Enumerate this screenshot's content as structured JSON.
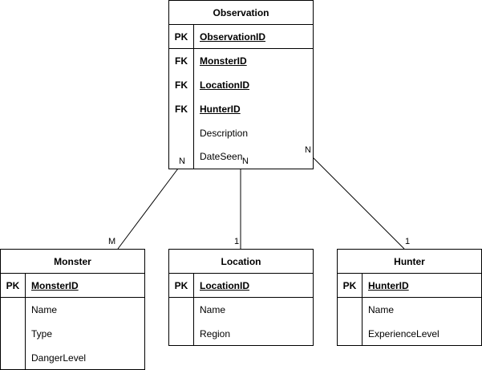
{
  "entities": {
    "observation": {
      "title": "Observation",
      "pk": {
        "key": "PK",
        "name": "ObservationID"
      },
      "fks": [
        {
          "key": "FK",
          "name": "MonsterID"
        },
        {
          "key": "FK",
          "name": "LocationID"
        },
        {
          "key": "FK",
          "name": "HunterID"
        }
      ],
      "attributes": [
        "Description",
        "DateSeen"
      ]
    },
    "monster": {
      "title": "Monster",
      "pk": {
        "key": "PK",
        "name": "MonsterID"
      },
      "attributes": [
        "Name",
        "Type",
        "DangerLevel"
      ]
    },
    "location": {
      "title": "Location",
      "pk": {
        "key": "PK",
        "name": "LocationID"
      },
      "attributes": [
        "Name",
        "Region"
      ]
    },
    "hunter": {
      "title": "Hunter",
      "pk": {
        "key": "PK",
        "name": "HunterID"
      },
      "attributes": [
        "Name",
        "ExperienceLevel"
      ]
    }
  },
  "relationships": [
    {
      "from": "observation",
      "to": "monster",
      "from_card": "N",
      "to_card": "M"
    },
    {
      "from": "observation",
      "to": "location",
      "from_card": "N",
      "to_card": "1"
    },
    {
      "from": "observation",
      "to": "hunter",
      "from_card": "N",
      "to_card": "1"
    }
  ]
}
